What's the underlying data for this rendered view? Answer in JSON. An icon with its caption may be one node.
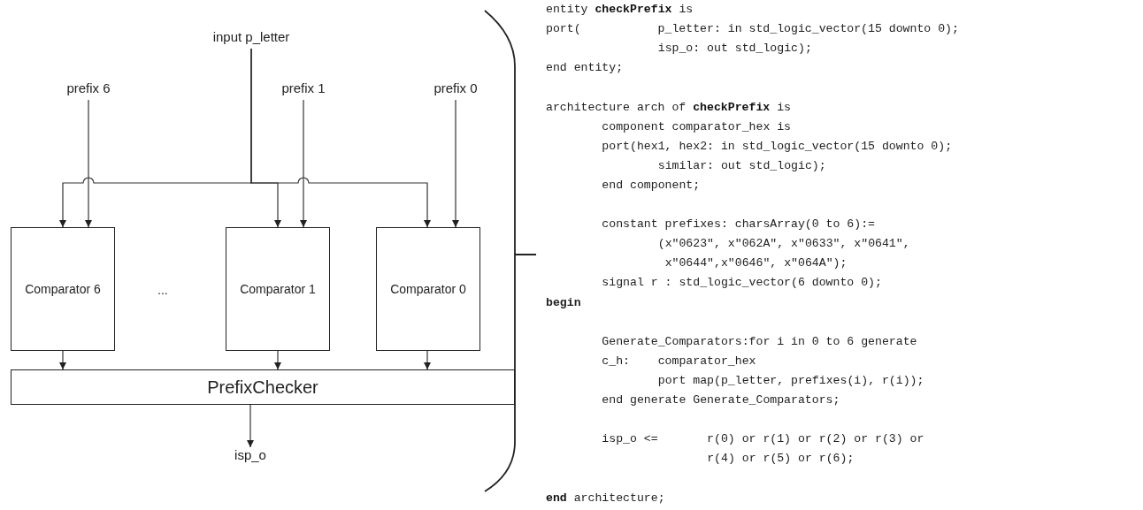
{
  "diagram": {
    "nodes": [
      {
        "text": [
          "input p_letter"
        ]
      },
      {
        "text": [
          "prefix 6"
        ]
      },
      {
        "text": [
          "prefix 1"
        ]
      },
      {
        "text": [
          "prefix 0"
        ]
      },
      {
        "text": [
          "Comparator 6"
        ]
      },
      {
        "text": [
          "Comparator 1"
        ]
      },
      {
        "text": [
          "Comparator 0"
        ]
      },
      {
        "text": [
          "PrefixChecker"
        ]
      },
      {
        "text": [
          "isp_o"
        ]
      }
    ],
    "edges": [
      {
        "from": 0,
        "to": 4,
        "arrow": "to"
      },
      {
        "from": 0,
        "to": 5,
        "arrow": "to"
      },
      {
        "from": 0,
        "to": 6,
        "arrow": "to"
      },
      {
        "from": 1,
        "to": 4,
        "arrow": "to"
      },
      {
        "from": 2,
        "to": 5,
        "arrow": "to"
      },
      {
        "from": 3,
        "to": 6,
        "arrow": "to"
      },
      {
        "from": 4,
        "to": 7,
        "arrow": "to"
      },
      {
        "from": 5,
        "to": 7,
        "arrow": "to"
      },
      {
        "from": 6,
        "to": 7,
        "arrow": "to"
      },
      {
        "from": 7,
        "to": 8,
        "arrow": "to"
      }
    ],
    "labels": [
      "...",
      "entity **checkPrefix** is",
      "port(           p_letter: in std_logic_vector(15 downto 0);",
      "isp_o: out std_logic);",
      "end entity;",
      "architecture arch of **checkPrefix** is",
      "component comparator_hex is",
      "port(hex1, hex2: in std_logic_vector(15 downto 0);",
      "similar: out std_logic);",
      "end component;",
      "constant prefixes: charsArray(0 to 6):=",
      "(x\"0623\", x\"062A\", x\"0633\", x\"0641\",",
      "x\"0644\",x\"0646\", x\"064A\");",
      "signal r : std_logic_vector(6 downto 0);",
      "begin",
      "Generate_Comparators:for i in 0 to 6 generate",
      "c_h:    comparator_hex",
      "port map(p_letter, prefixes(i), r(i));",
      "end generate Generate_Comparators;",
      "isp_o <=       r(0) or r(1) or r(2) or r(3) or",
      "r(4) or r(5) or r(6);",
      "**end** architecture;"
    ]
  }
}
